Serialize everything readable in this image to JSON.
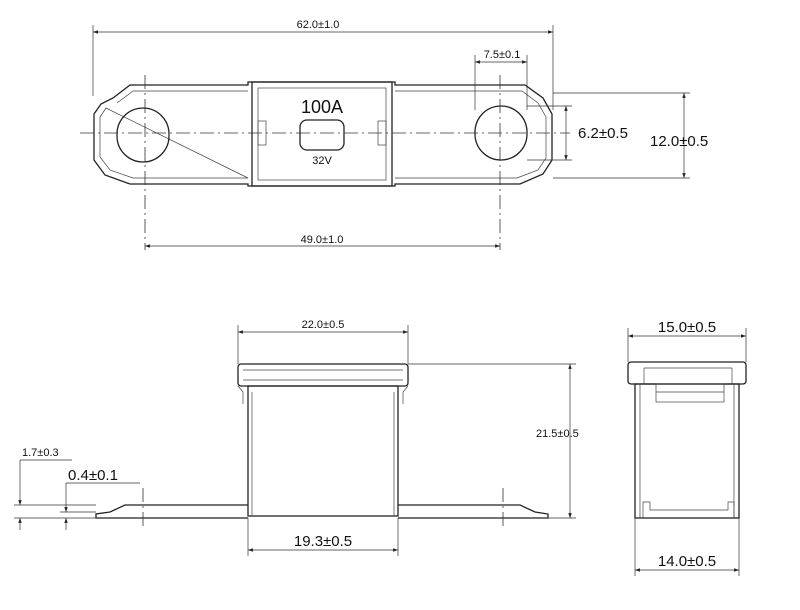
{
  "top_view": {
    "fuse_rating": "100A",
    "fuse_voltage": "32V",
    "overall_length": "62.0±1.0",
    "hole_spacing": "49.0±1.0",
    "slot_length": "7.5±0.1",
    "slot_width": "6.2±0.5",
    "overall_width": "12.0±0.5"
  },
  "front_view": {
    "body_width_top": "22.0±0.5",
    "body_height": "21.5±0.5",
    "body_width_bottom": "19.3±0.5",
    "terminal_thickness": "1.7±0.3",
    "terminal_offset": "0.4±0.1"
  },
  "side_view": {
    "width_top": "15.0±0.5",
    "width_bottom": "14.0±0.5"
  }
}
